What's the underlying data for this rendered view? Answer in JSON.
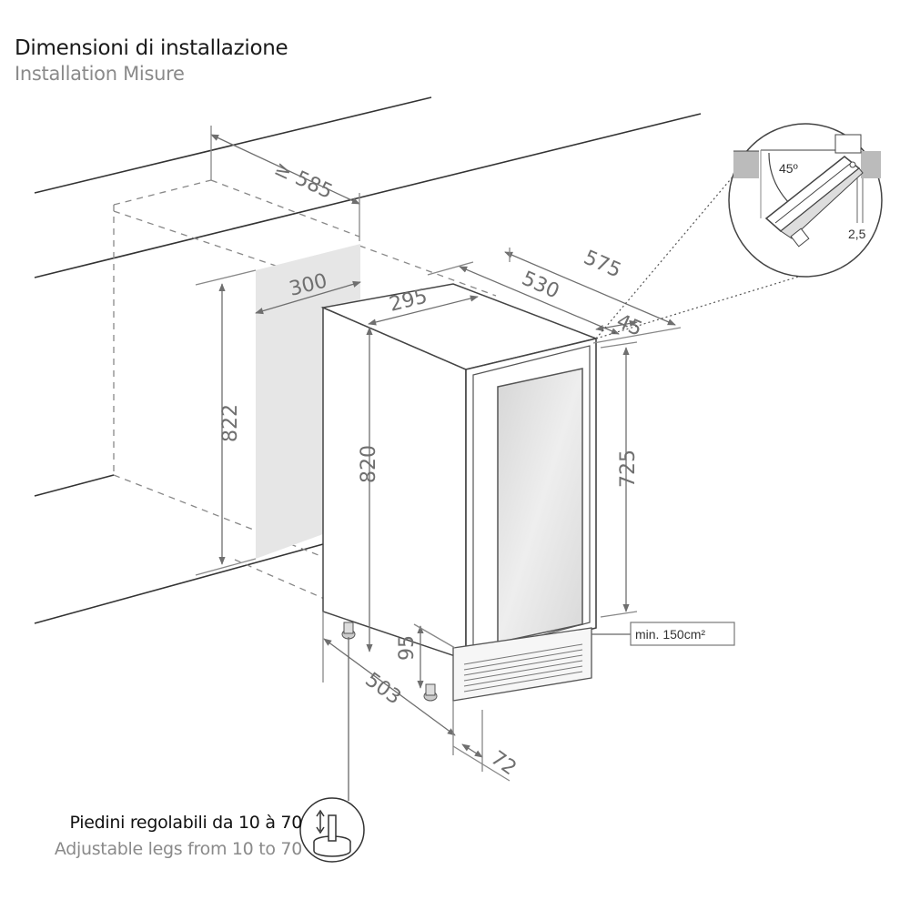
{
  "header": {
    "title_it": "Dimensioni di installazione",
    "title_en": "Installation Misure"
  },
  "dimensions": {
    "niche_depth": "≥ 585",
    "niche_width": "300",
    "niche_height": "822",
    "unit_width": "295",
    "unit_depth": "530",
    "total_depth": "575",
    "door_offset": "45",
    "unit_height": "820",
    "door_height": "725",
    "plinth_height": "95",
    "base_depth": "503",
    "plinth_depth": "72"
  },
  "ventilation": {
    "label": "min. 150cm²"
  },
  "detail": {
    "angle": "45º",
    "gap": "2,5"
  },
  "legs": {
    "label_it": "Piedini regolabili da 10 à 70",
    "label_en": "Adjustable legs from 10 to 70"
  },
  "colors": {
    "line": "#555555",
    "dim": "#6f6f6f",
    "shade": "#e6e6e6",
    "glass": "#e2e2e2"
  }
}
